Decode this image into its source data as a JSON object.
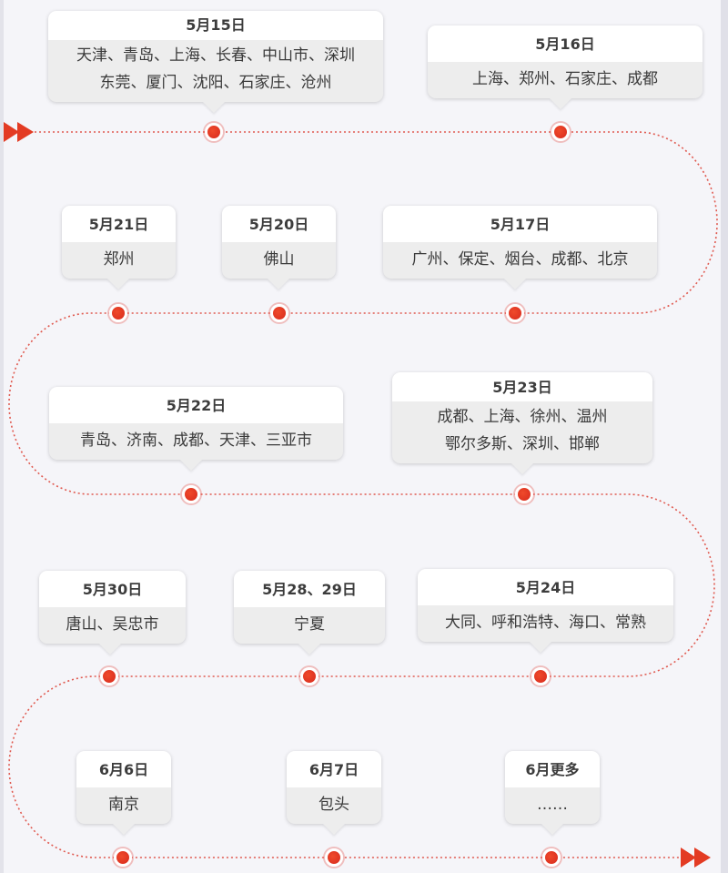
{
  "colors": {
    "accent": "#e33b23",
    "line": "#e05a50",
    "card_header": "#ffffff",
    "card_body": "#ededed",
    "background": "#f5f5f9"
  },
  "icons": {
    "start": "double-arrow-right-icon",
    "end": "double-arrow-right-icon"
  },
  "stops": [
    {
      "date": "5月15日",
      "cities": [
        "天津、青岛、上海、长春、中山市、深圳",
        "东莞、厦门、沈阳、石家庄、沧州"
      ]
    },
    {
      "date": "5月16日",
      "cities": [
        "上海、郑州、石家庄、成都"
      ]
    },
    {
      "date": "5月17日",
      "cities": [
        "广州、保定、烟台、成都、北京"
      ]
    },
    {
      "date": "5月20日",
      "cities": [
        "佛山"
      ]
    },
    {
      "date": "5月21日",
      "cities": [
        "郑州"
      ]
    },
    {
      "date": "5月22日",
      "cities": [
        "青岛、济南、成都、天津、三亚市"
      ]
    },
    {
      "date": "5月23日",
      "cities": [
        "成都、上海、徐州、温州",
        "鄂尔多斯、深圳、邯郸"
      ]
    },
    {
      "date": "5月24日",
      "cities": [
        "大同、呼和浩特、海口、常熟"
      ]
    },
    {
      "date": "5月28、29日",
      "cities": [
        "宁夏"
      ]
    },
    {
      "date": "5月30日",
      "cities": [
        "唐山、吴忠市"
      ]
    },
    {
      "date": "6月6日",
      "cities": [
        "南京"
      ]
    },
    {
      "date": "6月7日",
      "cities": [
        "包头"
      ]
    },
    {
      "date": "6月更多",
      "cities": [
        "……"
      ]
    }
  ]
}
